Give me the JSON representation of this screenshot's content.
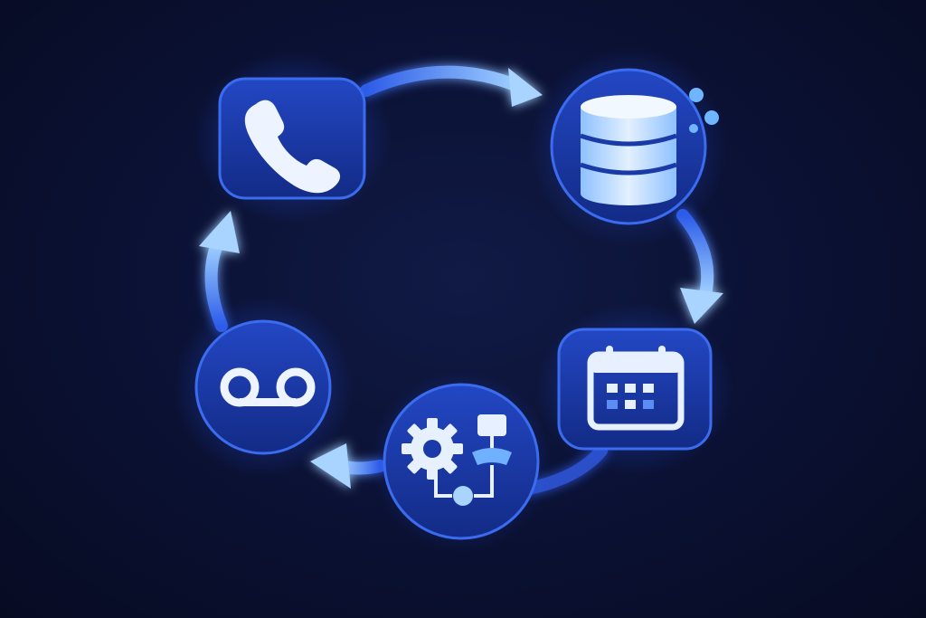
{
  "diagram": {
    "type": "cycle",
    "nodes": [
      {
        "id": "phone",
        "shape": "rounded-square",
        "icon": "phone-icon"
      },
      {
        "id": "database",
        "shape": "circle",
        "icon": "database-icon"
      },
      {
        "id": "calendar",
        "shape": "rounded-square",
        "icon": "calendar-icon"
      },
      {
        "id": "workflow",
        "shape": "circle",
        "icon": "gear-workflow-icon"
      },
      {
        "id": "voicemail",
        "shape": "circle",
        "icon": "voicemail-icon"
      }
    ],
    "edges": [
      {
        "from": "phone",
        "to": "database"
      },
      {
        "from": "database",
        "to": "calendar"
      },
      {
        "from": "calendar",
        "to": "workflow"
      },
      {
        "from": "workflow",
        "to": "voicemail"
      },
      {
        "from": "voicemail",
        "to": "phone"
      }
    ]
  },
  "colors": {
    "background": "#0a0f2b",
    "node_fill": "#1a3aa8",
    "node_border": "#3b6cf0",
    "arrow": "#3d7bff",
    "arrow_light": "#8ec5ff",
    "icon_light": "#e6f0ff",
    "icon_accent": "#7ab8ff"
  }
}
